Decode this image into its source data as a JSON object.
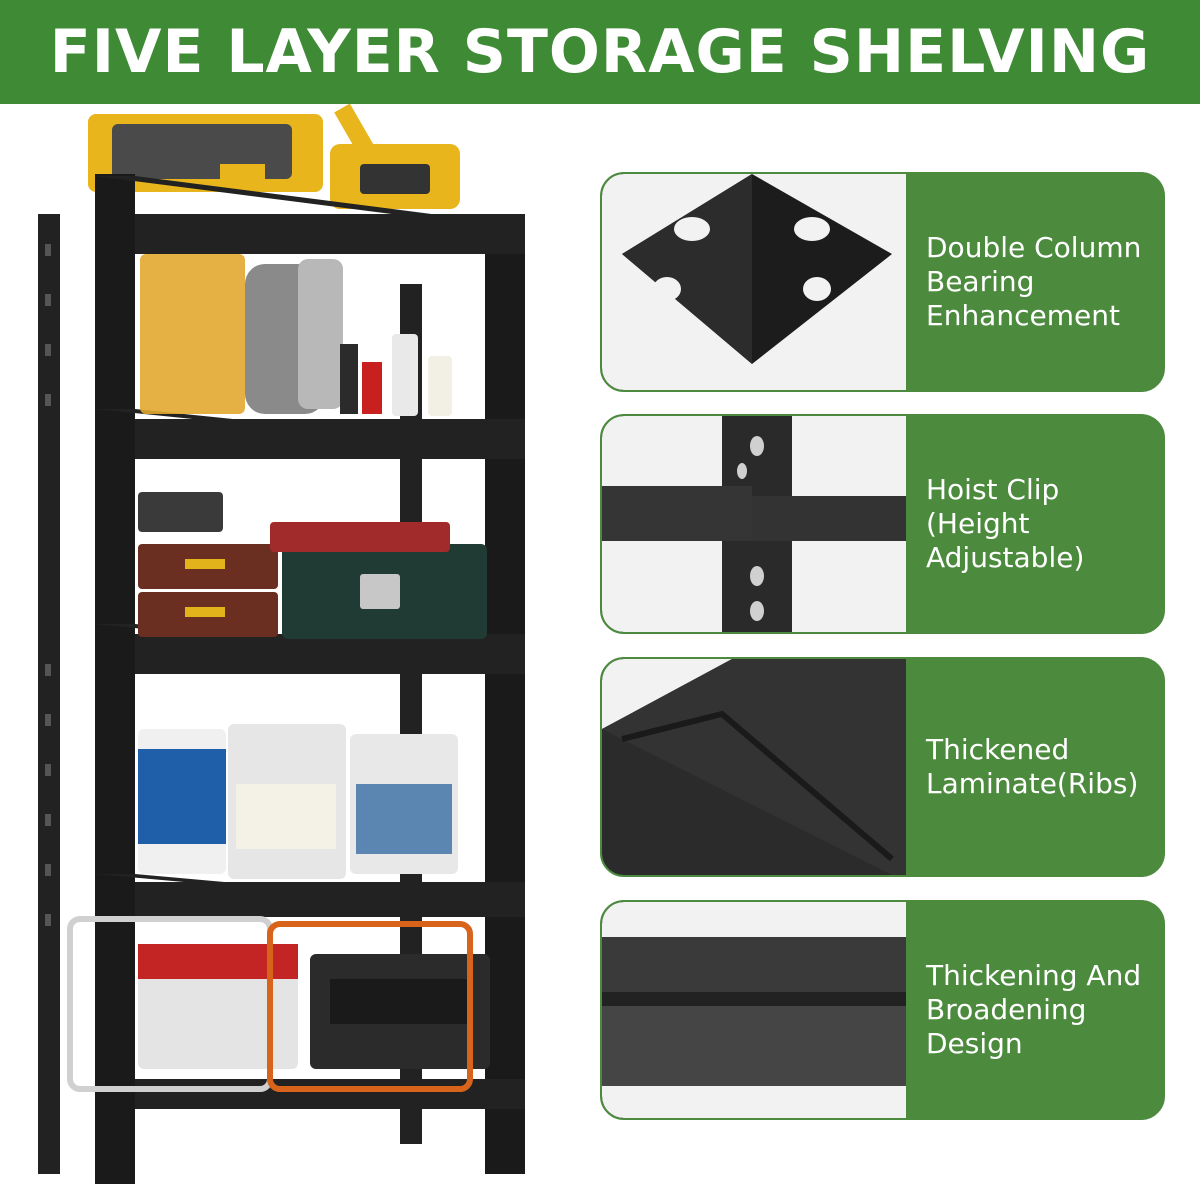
{
  "banner": {
    "title": "FIVE LAYER STORAGE SHELVING"
  },
  "features": [
    {
      "label": "Double Column\nBearing\nEnhancement",
      "icon": "column-corner-photo"
    },
    {
      "label": "Hoist Clip\n(Height\nAdjustable)",
      "icon": "hoist-clip-photo"
    },
    {
      "label": "Thickened\nLaminate(Ribs)",
      "icon": "laminate-rib-photo"
    },
    {
      "label": "Thickening And\nBroadening\nDesign",
      "icon": "broadening-edge-photo"
    }
  ],
  "colors": {
    "banner": "#3f8a35",
    "card": "#4c8a3e",
    "text": "#ffffff",
    "shelf": "#1e1e1e"
  }
}
